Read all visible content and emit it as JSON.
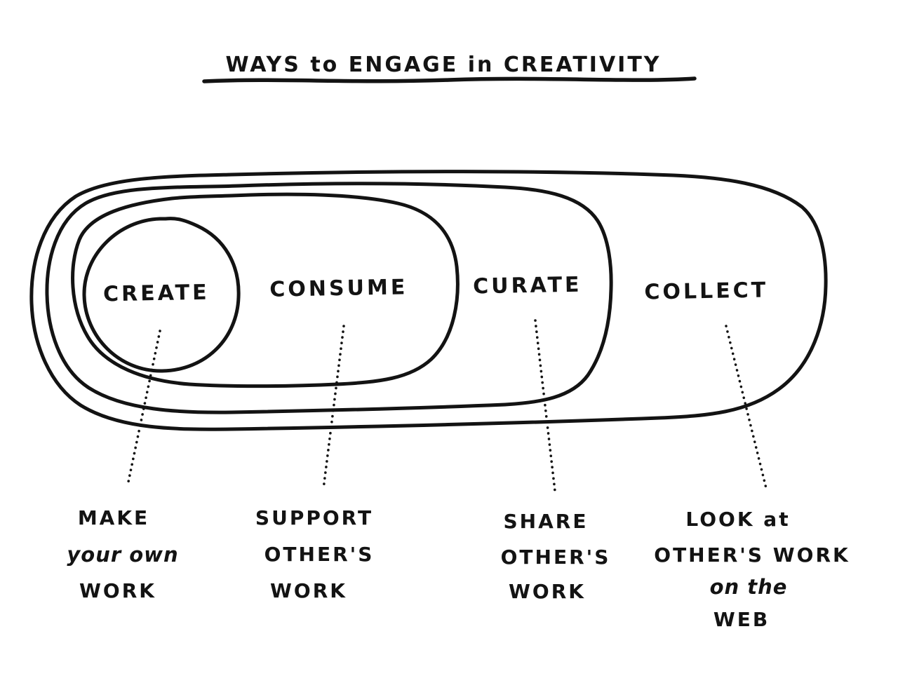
{
  "title": "WAYS to ENGAGE in CREATIVITY",
  "colors": {
    "ink": "#131313",
    "paper": "#ffffff"
  },
  "rings": [
    {
      "label": "CREATE",
      "desc": [
        "MAKE",
        "your own",
        "WORK"
      ]
    },
    {
      "label": "CONSUME",
      "desc": [
        "SUPPORT",
        "OTHER'S",
        "WORK"
      ]
    },
    {
      "label": "CURATE",
      "desc": [
        "SHARE",
        "OTHER'S",
        "WORK"
      ]
    },
    {
      "label": "COLLECT",
      "desc": [
        "LOOK at",
        "OTHER'S WORK",
        "on the",
        "WEB"
      ]
    }
  ]
}
